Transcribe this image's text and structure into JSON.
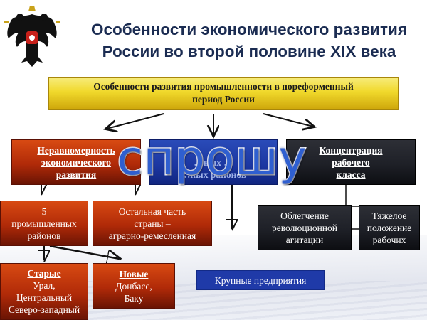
{
  "title_line1": "Особенности экономического развития",
  "title_line2": "России во второй половине XIX века",
  "emblem_icon": "double-headed-eagle",
  "main_box": {
    "line1": "Особенности развития промышленности в пореформенный",
    "line2": "период России"
  },
  "left_red": {
    "line1": "Неравномерность",
    "line2": "экономического",
    "line3": "развития"
  },
  "middle_blue": {
    "line2_partial": "…ных …",
    "line3_partial": "…ных районов"
  },
  "right_dark": {
    "line1": "Концентрация",
    "line2": "рабочего",
    "line3": "класса"
  },
  "five_regions": {
    "line1": "5",
    "line2": "промышленных",
    "line3": "районов"
  },
  "rest_country": {
    "line1": "Остальная часть",
    "line2": "страны –",
    "line3": "аграрно-ремесленная"
  },
  "relief": {
    "line1": "Облегчение",
    "line2": "революционной",
    "line3": "агитации"
  },
  "hard_life": {
    "line1": "Тяжелое",
    "line2": "положение",
    "line3": "рабочих"
  },
  "old_regions": {
    "heading": "Старые",
    "line1": "Урал,",
    "line2": "Центральный",
    "line3": "Северо-западный"
  },
  "new_regions": {
    "heading": "Новые",
    "line1": "Донбасс,",
    "line2": "Баку"
  },
  "large_enterprises": "Крупные предприятия",
  "overlay_word": "спрошу",
  "colors": {
    "title": "#1b2c52",
    "gold": "#f1d92c",
    "red": "#b02a08",
    "blue": "#1b36a0",
    "dark": "#1e2027",
    "overlay": "#2f5fd0"
  }
}
